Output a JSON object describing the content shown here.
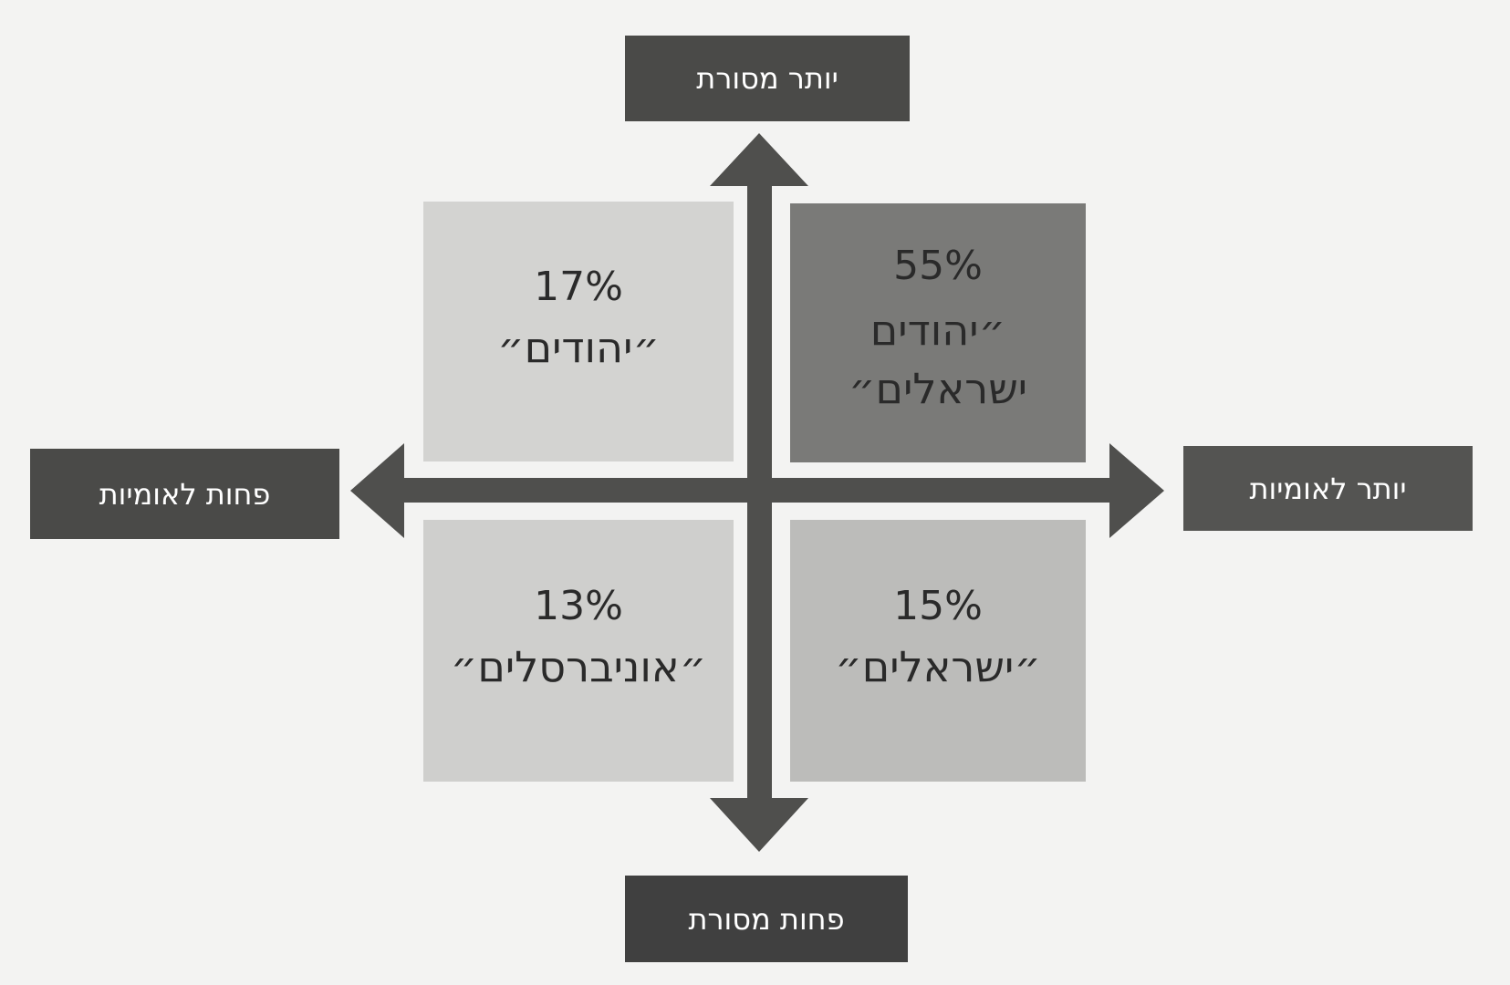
{
  "axes": {
    "top": "יותר מסורת",
    "bottom": "פחות מסורת",
    "left": "פחות לאומיות",
    "right": "יותר לאומיות"
  },
  "quadrants": {
    "top_left": {
      "percent": "17%",
      "label": "״יהודים״"
    },
    "top_right": {
      "percent": "55%",
      "label": "״יהודים ישראלים״"
    },
    "bottom_left": {
      "percent": "13%",
      "label": "״אוניברסלים״"
    },
    "bottom_right": {
      "percent": "15%",
      "label": "״ישראלים״"
    }
  },
  "colors": {
    "background": "#f3f3f2",
    "arrow": "#4f4f4d",
    "label_box": "#4a4a48",
    "label_text": "#ffffff",
    "quadrant_emphasis": "#7a7a78",
    "quadrant_light": "#d3d3d1"
  },
  "icons": [
    "arrow-up-icon",
    "arrow-down-icon",
    "arrow-left-icon",
    "arrow-right-icon"
  ]
}
